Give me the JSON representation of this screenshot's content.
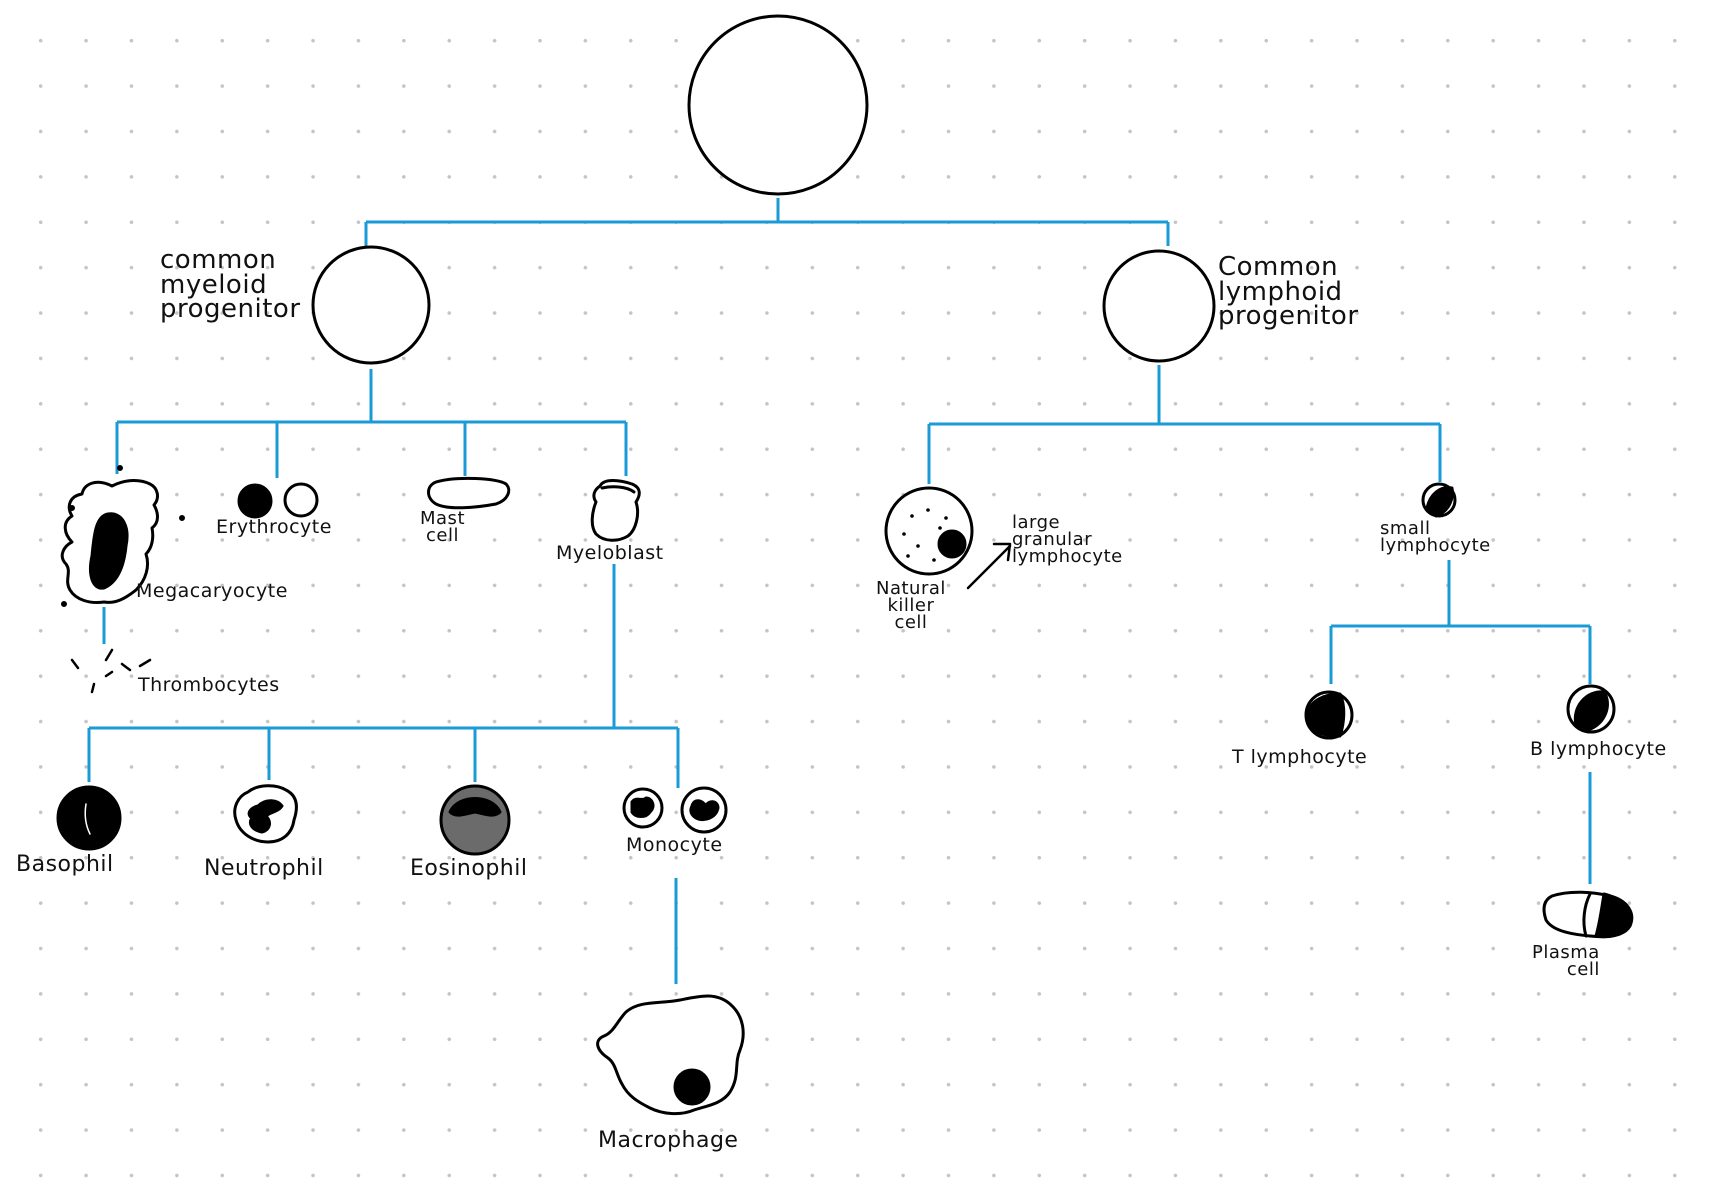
{
  "colors": {
    "connector": "#1a9bd7",
    "outline": "#000000",
    "nucleus": "#000000",
    "eosinophil_cytoplasm": "#6b6b6b",
    "background_dots": "#c4c4c4"
  },
  "labels": {
    "common_myeloid": "common\nmyeloid\nprogenitor",
    "common_lymphoid": "Common\nlymphoid\nprogenitor",
    "megakaryocyte": "Megacaryocyte",
    "erythrocyte": "Erythrocyte",
    "mast_cell": "Mast\ncell",
    "myeloblast": "Myeloblast",
    "thrombocytes": "Thrombocytes",
    "basophil": "Basophil",
    "neutrophil": "Neutrophil",
    "eosinophil": "Eosinophil",
    "monocyte": "Monocyte",
    "macrophage": "Macrophage",
    "natural_killer": "Natural\nkiller\ncell",
    "large_granular": "large\ngranular\nlymphocyte",
    "small_lymphocyte": "small\nlymphocyte",
    "t_lymphocyte": "T lymphocyte",
    "b_lymphocyte": "B lymphocyte",
    "plasma_cell": "Plasma\ncell"
  }
}
